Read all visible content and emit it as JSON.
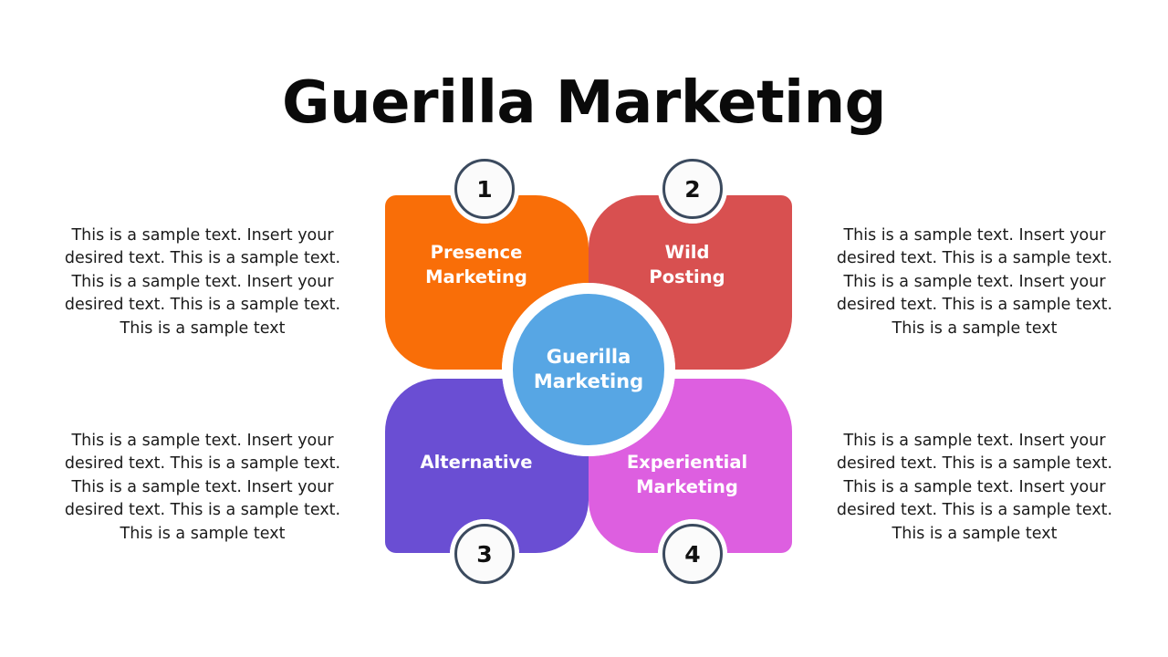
{
  "slide": {
    "title": "Guerilla Marketing",
    "background_color": "#ffffff"
  },
  "center": {
    "label": "Guerilla Marketing",
    "color": "#57a6e4",
    "ring_color": "#ffffff"
  },
  "sample_text": "This is a sample text. Insert your desired text. This is a sample text. This is a sample text. Insert your desired text. This is a sample text. This is a sample text",
  "petals": [
    {
      "number": "1",
      "label": "Presence Marketing",
      "label_line1": "Presence",
      "label_line2": "Marketing",
      "color": "#f96e08",
      "position": "top-left",
      "description": "This is a sample text. Insert your desired text. This is a sample text. This is a sample text. Insert your desired text. This is a sample text. This is a sample text"
    },
    {
      "number": "2",
      "label": "Wild Posting",
      "label_line1": "Wild",
      "label_line2": "Posting",
      "color": "#d85050",
      "position": "top-right",
      "description": "This is a sample text. Insert your desired text. This is a sample text. This is a sample text. Insert your desired text. This is a sample text. This is a sample text"
    },
    {
      "number": "3",
      "label": "Alternative",
      "label_line1": "Alternative",
      "label_line2": "",
      "color": "#6a4ed3",
      "position": "bottom-left",
      "description": "This is a sample text. Insert your desired text. This is a sample text. This is a sample text. Insert your desired text. This is a sample text. This is a sample text"
    },
    {
      "number": "4",
      "label": "Experiential Marketing",
      "label_line1": "Experiential",
      "label_line2": "Marketing",
      "color": "#dd5fe0",
      "position": "bottom-right",
      "description": "This is a sample text. Insert your desired text. This is a sample text. This is a sample text. Insert your desired text. This is a sample text. This is a sample text"
    }
  ],
  "badge_style": {
    "fill": "#fbfbfb",
    "ring_color": "#3b4a5e",
    "number_color": "#111111"
  }
}
